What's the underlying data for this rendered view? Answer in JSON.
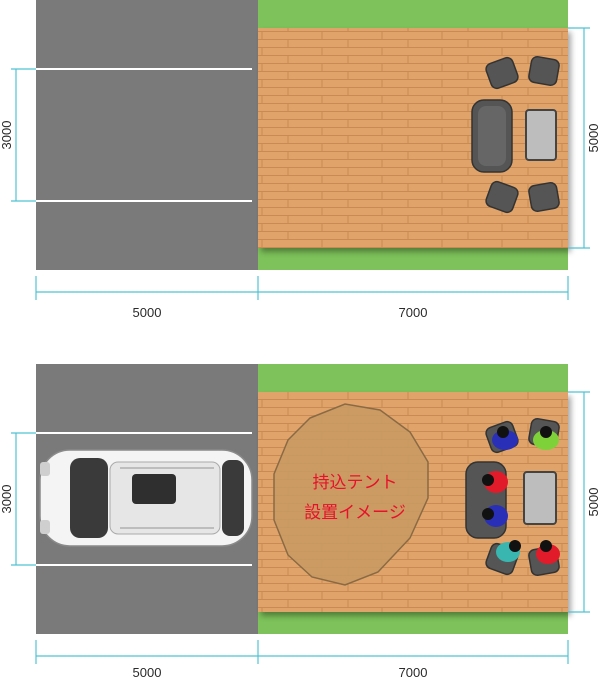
{
  "colors": {
    "asphalt": "#7a7a7a",
    "grass": "#7dc25a",
    "deck": "#e0a46a",
    "deck_line": "#c98a52",
    "dim_line": "#4fc3d4",
    "lane": "#ffffff",
    "sofa": "#545454",
    "tent_fill": "#c79a62",
    "tent_stroke": "#8a6a44",
    "tent_text": "#e8102a"
  },
  "plan_top": {
    "dim_parking_width": "5000",
    "dim_deck_width": "7000",
    "dim_parking_depth": "3000",
    "dim_deck_depth": "5000"
  },
  "plan_bottom": {
    "dim_parking_width": "5000",
    "dim_deck_width": "7000",
    "dim_parking_depth": "3000",
    "dim_deck_depth": "5000",
    "tent_label_line1": "持込テント",
    "tent_label_line2": "設置イメージ"
  }
}
